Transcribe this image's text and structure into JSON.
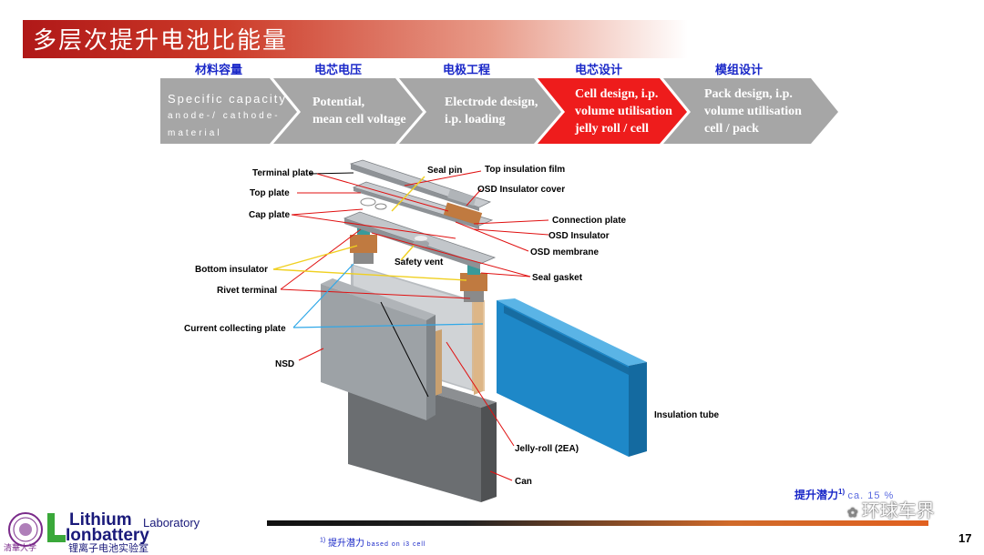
{
  "slide": {
    "title": "多层次提升电池比能量",
    "page_number": "17"
  },
  "steps": [
    {
      "label": "材料容量",
      "text_line1": "Specific capacity",
      "text_line2": "anode-/ cathode-",
      "text_line3": "material"
    },
    {
      "label": "电芯电压",
      "text_line1": "Potential,",
      "text_line2": "mean cell voltage"
    },
    {
      "label": "电极工程",
      "text_line1": "Electrode design,",
      "text_line2": "i.p. loading"
    },
    {
      "label": "电芯设计",
      "text_line1": "Cell design, i.p.",
      "text_line2": "volume utilisation",
      "text_line3": "jelly roll / cell"
    },
    {
      "label": "模组设计",
      "text_line1": "Pack  design, i.p.",
      "text_line2": "volume utilisation",
      "text_line3": "cell / pack"
    }
  ],
  "colors": {
    "chevron_gray": "#a6a6a6",
    "chevron_highlight": "#ee1c1c",
    "label_blue": "#1a28c8",
    "can_gray": "#6b6e71",
    "tube_blue": "#1e88c8"
  },
  "labels": {
    "terminal_plate": "Terminal plate",
    "top_plate": "Top plate",
    "cap_plate": "Cap plate",
    "bottom_insulator": "Bottom insulator",
    "rivet_terminal": "Rivet terminal",
    "current_collecting_plate": "Current collecting plate",
    "nsd": "NSD",
    "seal_pin": "Seal pin",
    "top_insulation_film": "Top insulation film",
    "osd_insulator_cover": "OSD Insulator cover",
    "connection_plate": "Connection plate",
    "osd_insulator": "OSD Insulator",
    "osd_membrane": "OSD membrane",
    "safety_vent": "Safety vent",
    "seal_gasket": "Seal gasket",
    "insulation_tube": "Insulation tube",
    "jelly_roll": "Jelly-roll (2EA)",
    "can": "Can"
  },
  "improvement": {
    "label": "提升潜力",
    "sup": "1)",
    "value": "ca. 15 %"
  },
  "footnote": {
    "sup": "1)",
    "label": "提升潜力",
    "detail": "based on i3 cell"
  },
  "logo": {
    "line1": "Lithium",
    "line1b": "Laboratory",
    "line2": "Ionbattery",
    "chinese": "锂离子电池实验室",
    "university": "清華大学"
  },
  "watermark": "环球车界"
}
